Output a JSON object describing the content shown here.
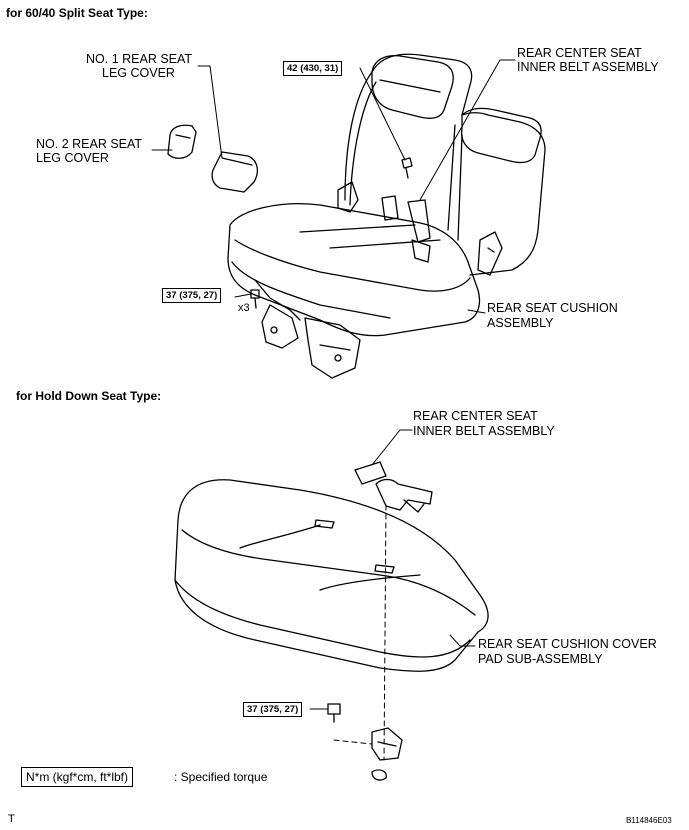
{
  "section_60_40": {
    "heading": "for 60/40 Split Seat Type:",
    "no1_leg_cover": [
      "NO. 1 REAR SEAT",
      "LEG COVER"
    ],
    "no2_leg_cover": [
      "NO. 2 REAR SEAT",
      "LEG COVER"
    ],
    "center_belt": [
      "REAR CENTER SEAT",
      "INNER BELT ASSEMBLY"
    ],
    "cushion": [
      "REAR SEAT CUSHION",
      "ASSEMBLY"
    ],
    "torque_upper": "42 (430, 31)",
    "torque_lower": "37 (375, 27)",
    "qty": "x3"
  },
  "section_hold_down": {
    "heading": "for Hold Down Seat Type:",
    "center_belt": [
      "REAR CENTER SEAT",
      "INNER BELT ASSEMBLY"
    ],
    "cover_pad": [
      "REAR SEAT CUSHION COVER",
      "PAD SUB-ASSEMBLY"
    ],
    "torque": "37 (375, 27)"
  },
  "legend": {
    "unit_box": "N*m (kgf*cm, ft*lbf)",
    "label": ": Specified torque"
  },
  "footer": {
    "left_mark": "T",
    "figure_code": "B114846E03"
  }
}
